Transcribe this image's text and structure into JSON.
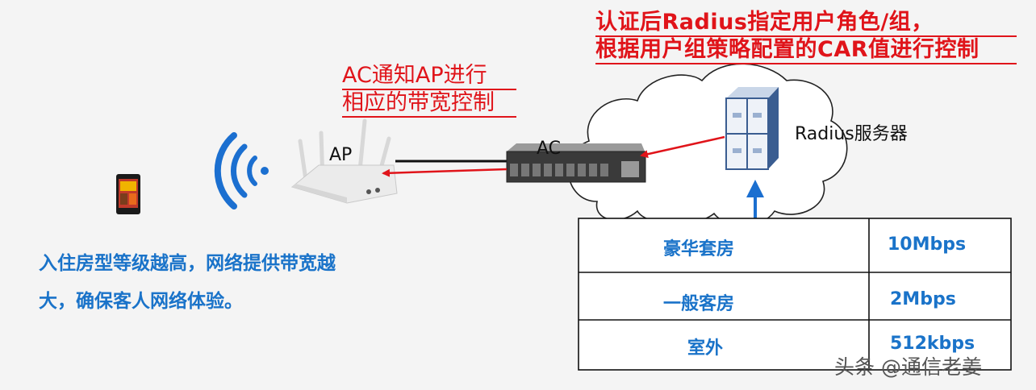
{
  "notes": {
    "ac_notify_line1": "AC通知AP进行",
    "ac_notify_line2": "相应的带宽控制",
    "radius_line1": "认证后Radius指定用户角色/组，",
    "radius_line2": "根据用户组策略配置的CAR值进行控制"
  },
  "devices": {
    "ap_label": "AP",
    "ac_label": "AC",
    "radius_label": "Radius服务器"
  },
  "description": {
    "line1": "入住房型等级越高，网络提供带宽越",
    "line2": "大，确保客人网络体验。"
  },
  "table": {
    "rows": [
      {
        "room": "豪华套房",
        "bandwidth": "10Mbps"
      },
      {
        "room": "一般客房",
        "bandwidth": "2Mbps"
      },
      {
        "room": "室外",
        "bandwidth": "512kbps"
      }
    ]
  },
  "watermark": "头条 @通信老姜",
  "colors": {
    "annotation_red": "#e0141a",
    "label_blue": "#1a73c9",
    "wifi_blue": "#1b6fd0"
  }
}
